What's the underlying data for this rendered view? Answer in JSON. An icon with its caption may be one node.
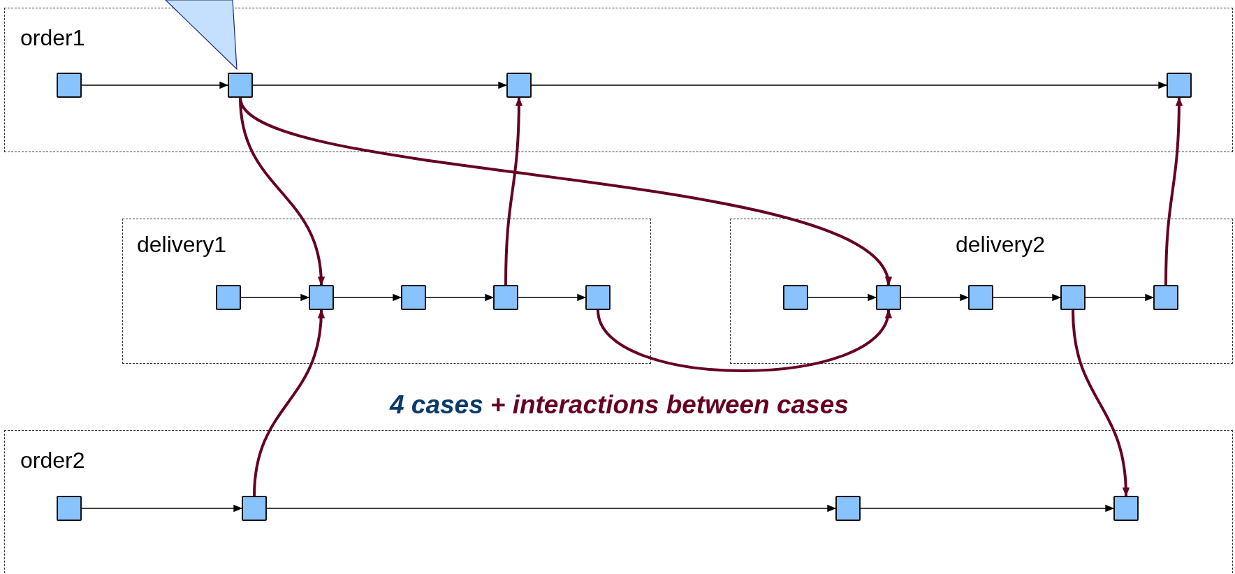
{
  "diagram": {
    "nodes": [
      {
        "text": [
          "order1"
        ]
      },
      {
        "text": [],
        "shape": "box",
        "in": 0
      },
      {
        "text": [],
        "shape": "box",
        "in": 0
      },
      {
        "text": [],
        "shape": "box",
        "in": 0
      },
      {
        "text": [],
        "shape": "box",
        "in": 0
      },
      {
        "text": [
          "delivery1"
        ]
      },
      {
        "text": [],
        "shape": "box",
        "in": 5
      },
      {
        "text": [],
        "shape": "box",
        "in": 5
      },
      {
        "text": [],
        "shape": "box",
        "in": 5
      },
      {
        "text": [],
        "shape": "box",
        "in": 5
      },
      {
        "text": [],
        "shape": "box",
        "in": 5
      },
      {
        "text": [
          "delivery2"
        ]
      },
      {
        "text": [],
        "shape": "box",
        "in": 11
      },
      {
        "text": [],
        "shape": "box",
        "in": 11
      },
      {
        "text": [],
        "shape": "box",
        "in": 11
      },
      {
        "text": [],
        "shape": "box",
        "in": 11
      },
      {
        "text": [],
        "shape": "box",
        "in": 11
      },
      {
        "text": [
          "order2"
        ]
      },
      {
        "text": [],
        "shape": "box",
        "in": 17
      },
      {
        "text": [],
        "shape": "box",
        "in": 17
      },
      {
        "text": [],
        "shape": "box",
        "in": 17
      },
      {
        "text": [],
        "shape": "box",
        "in": 17
      },
      {
        "text": [],
        "shape": "callout"
      }
    ],
    "edges": [
      {
        "from": 1,
        "to": 2,
        "arrow": "to"
      },
      {
        "from": 2,
        "to": 3,
        "arrow": "to"
      },
      {
        "from": 3,
        "to": 4,
        "arrow": "to"
      },
      {
        "from": 6,
        "to": 7,
        "arrow": "to"
      },
      {
        "from": 7,
        "to": 8,
        "arrow": "to"
      },
      {
        "from": 8,
        "to": 9,
        "arrow": "to"
      },
      {
        "from": 9,
        "to": 10,
        "arrow": "to"
      },
      {
        "from": 12,
        "to": 13,
        "arrow": "to"
      },
      {
        "from": 13,
        "to": 14,
        "arrow": "to"
      },
      {
        "from": 14,
        "to": 15,
        "arrow": "to"
      },
      {
        "from": 15,
        "to": 16,
        "arrow": "to"
      },
      {
        "from": 18,
        "to": 19,
        "arrow": "to"
      },
      {
        "from": 19,
        "to": 20,
        "arrow": "to"
      },
      {
        "from": 20,
        "to": 21,
        "arrow": "to"
      },
      {
        "from": 2,
        "to": 7,
        "arrow": "to",
        "style": "thick",
        "color": "#660022"
      },
      {
        "from": 2,
        "to": 13,
        "arrow": "to",
        "style": "thick",
        "color": "#660022"
      },
      {
        "from": 9,
        "to": 3,
        "arrow": "to",
        "style": "thick",
        "color": "#660022"
      },
      {
        "from": 10,
        "to": 13,
        "arrow": "to",
        "style": "thick",
        "color": "#660022"
      },
      {
        "from": 16,
        "to": 4,
        "arrow": "to",
        "style": "thick",
        "color": "#660022"
      },
      {
        "from": 15,
        "to": 21,
        "arrow": "to",
        "style": "thick",
        "color": "#660022"
      },
      {
        "from": 19,
        "to": 7,
        "arrow": "to",
        "style": "thick",
        "color": "#660022"
      }
    ],
    "labels": [
      "4 cases",
      "+ interactions between cases"
    ]
  }
}
